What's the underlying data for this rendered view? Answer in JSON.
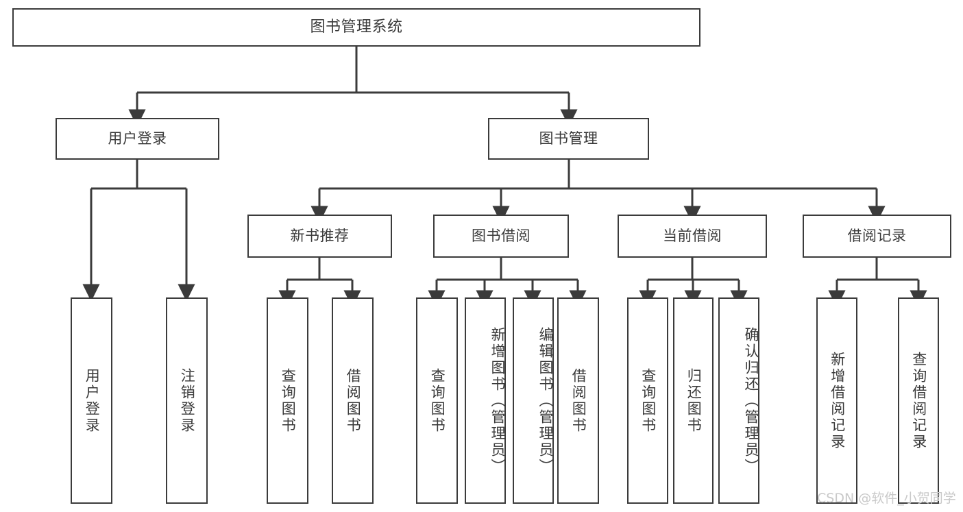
{
  "diagram": {
    "type": "tree",
    "title": "图书管理系统",
    "root": {
      "id": "root",
      "label": "图书管理系统"
    },
    "level1": [
      {
        "id": "user-login",
        "label": "用户登录"
      },
      {
        "id": "book-manage",
        "label": "图书管理"
      }
    ],
    "level2": [
      {
        "id": "new-book-recommend",
        "label": "新书推荐",
        "parent": "book-manage"
      },
      {
        "id": "book-borrow",
        "label": "图书借阅",
        "parent": "book-manage"
      },
      {
        "id": "current-borrow",
        "label": "当前借阅",
        "parent": "book-manage"
      },
      {
        "id": "borrow-record",
        "label": "借阅记录",
        "parent": "book-manage"
      }
    ],
    "leaves": {
      "user_login": [
        {
          "id": "leaf-user-login",
          "label": "用户登录"
        },
        {
          "id": "leaf-user-logout",
          "label": "注销登录"
        }
      ],
      "new_book_recommend": [
        {
          "id": "leaf-query-book-1",
          "label": "查询图书"
        },
        {
          "id": "leaf-borrow-book-1",
          "label": "借阅图书"
        }
      ],
      "book_borrow": [
        {
          "id": "leaf-query-book-2",
          "label": "查询图书"
        },
        {
          "id": "leaf-add-book",
          "label": "新增图书（管理员）"
        },
        {
          "id": "leaf-edit-book",
          "label": "编辑图书（管理员）"
        },
        {
          "id": "leaf-borrow-book-2",
          "label": "借阅图书"
        }
      ],
      "current_borrow": [
        {
          "id": "leaf-query-book-3",
          "label": "查询图书"
        },
        {
          "id": "leaf-return-book",
          "label": "归还图书"
        },
        {
          "id": "leaf-confirm-return",
          "label": "确认归还（管理员）"
        }
      ],
      "borrow_record": [
        {
          "id": "leaf-add-record",
          "label": "新增借阅记录"
        },
        {
          "id": "leaf-query-record",
          "label": "查询借阅记录"
        }
      ]
    }
  },
  "watermark": {
    "text": "CSDN @软件_小贺同学"
  },
  "colors": {
    "stroke": "#3b3b3b",
    "text": "#3a3a3a",
    "background": "#ffffff",
    "watermark": "#c9c9c9"
  }
}
